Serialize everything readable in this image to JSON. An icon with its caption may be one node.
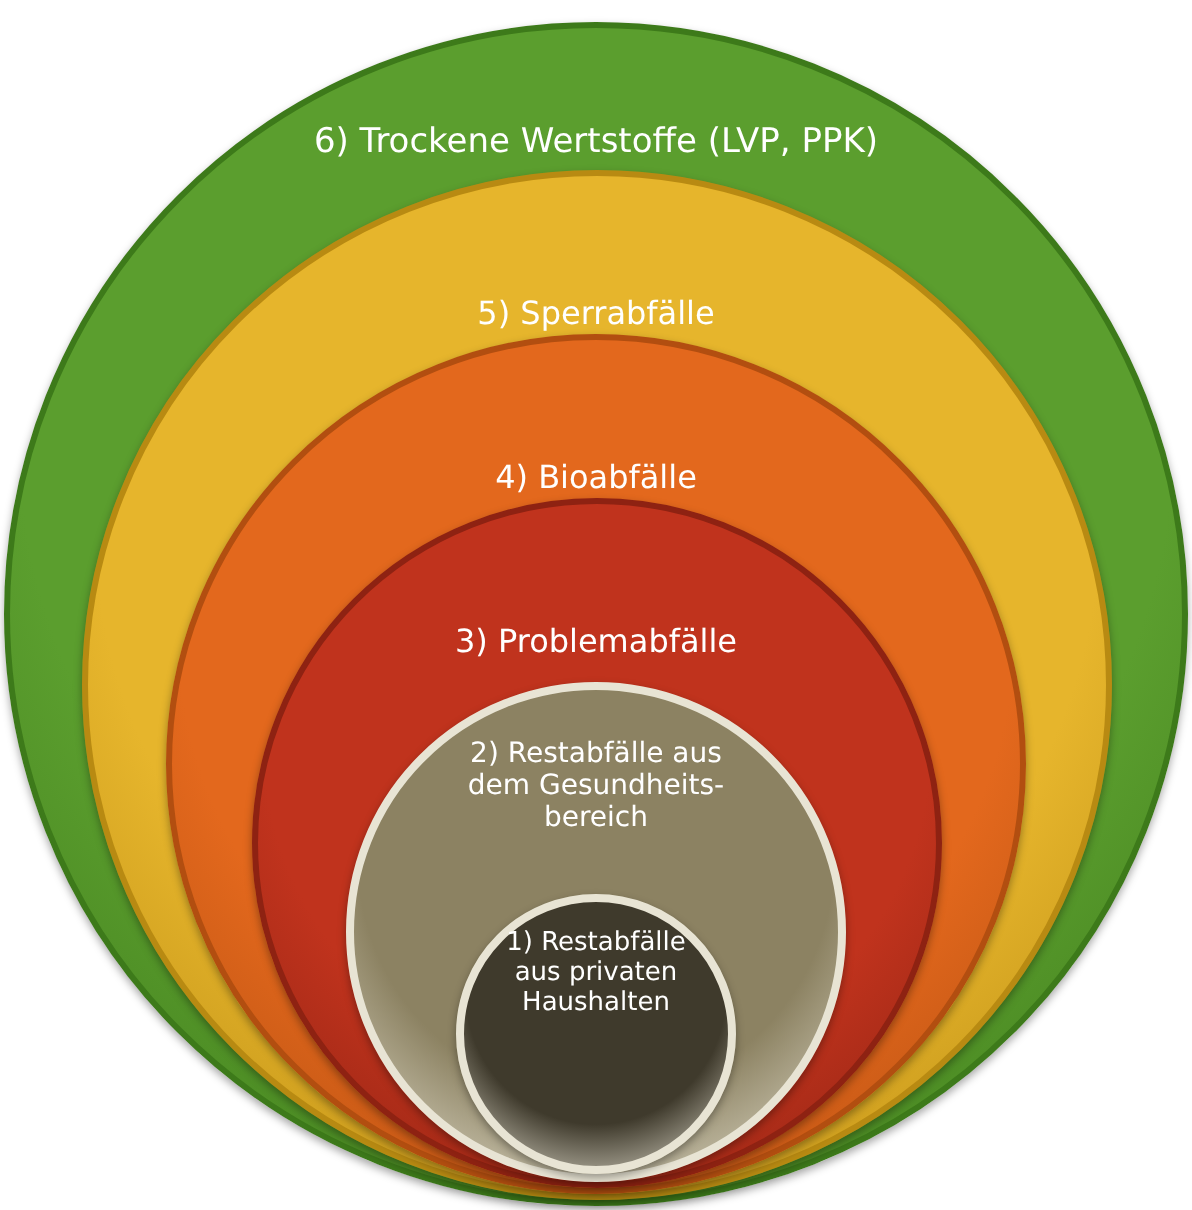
{
  "diagram": {
    "nodes": [
      {
        "text": [
          "6) Trockene Wertstoffe (LVP, PPK)"
        ]
      },
      {
        "text": [
          "5) Sperrabfälle"
        ],
        "in": 0
      },
      {
        "text": [
          "4) Bioabfälle"
        ],
        "in": 1
      },
      {
        "text": [
          "3) Problemabfälle"
        ],
        "in": 2
      },
      {
        "text": [
          "2) Restabfälle aus dem Gesundheits-bereich"
        ],
        "in": 3
      },
      {
        "text": [
          "1) Restabfälle aus privaten Haushalten"
        ],
        "in": 4
      }
    ]
  }
}
